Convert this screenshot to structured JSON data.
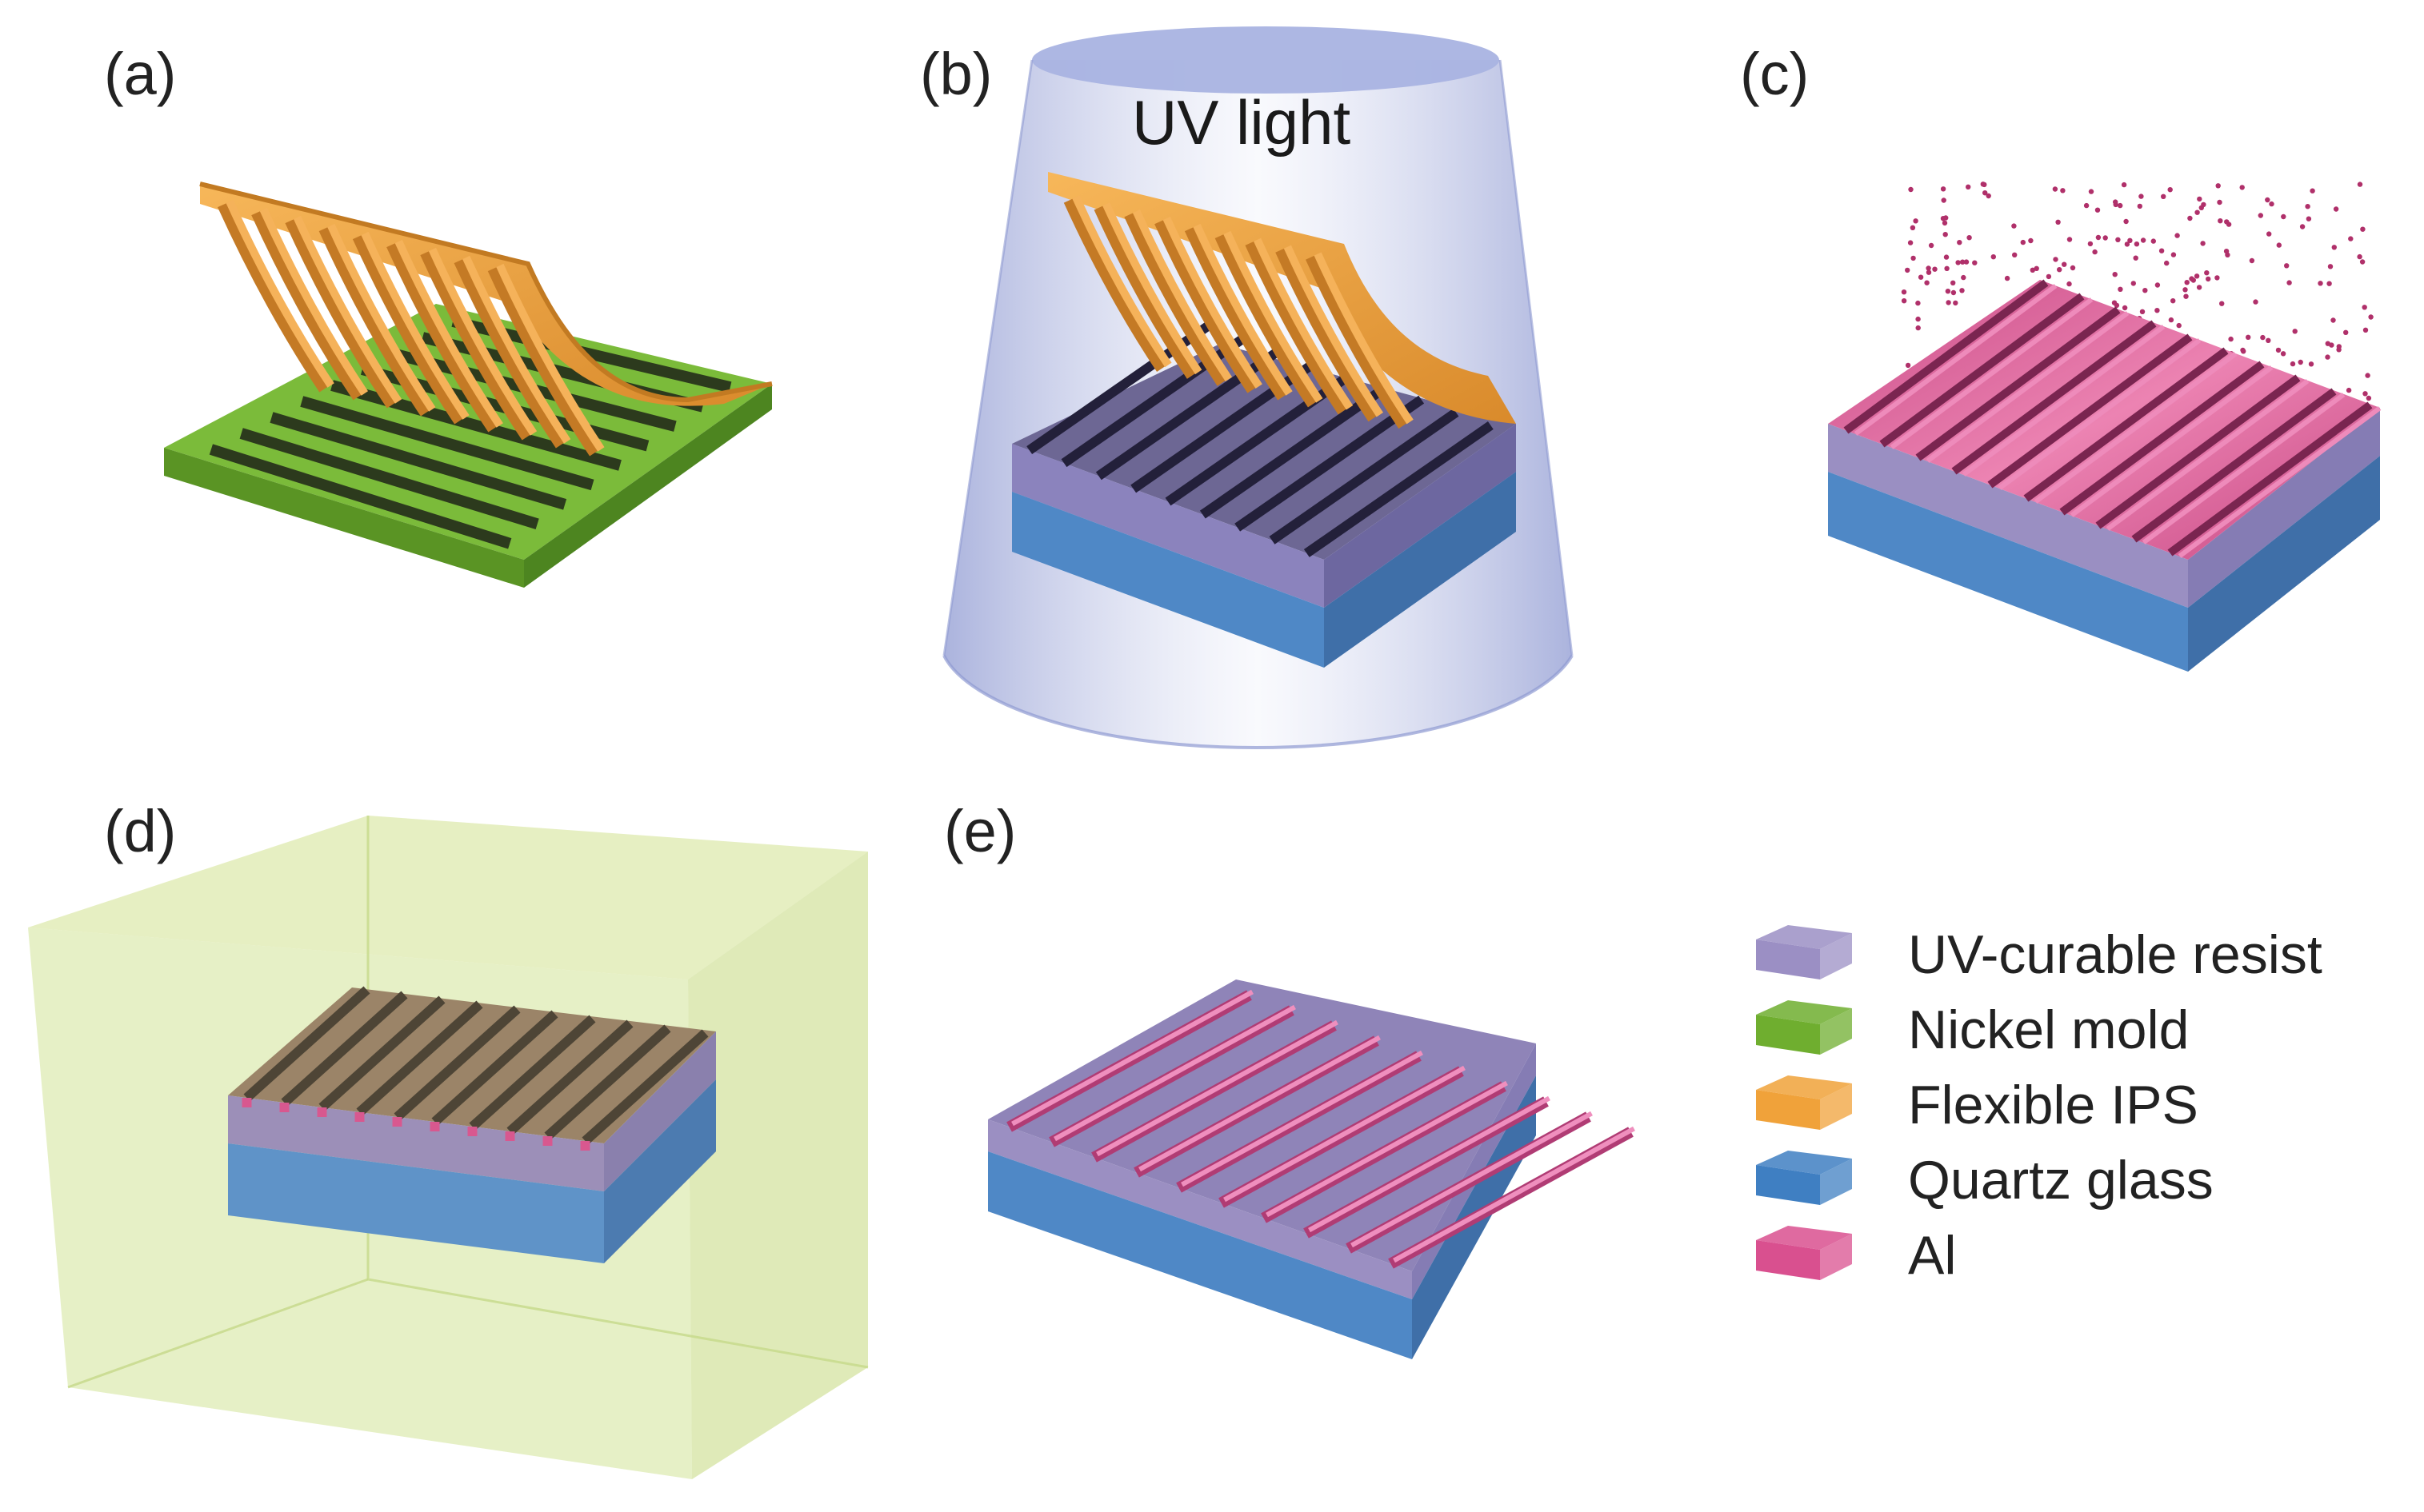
{
  "panels": {
    "a": {
      "label": "(a)"
    },
    "b": {
      "label": "(b)",
      "caption": "UV light"
    },
    "c": {
      "label": "(c)"
    },
    "d": {
      "label": "(d)"
    },
    "e": {
      "label": "(e)"
    }
  },
  "legend": [
    {
      "label": "UV-curable resist",
      "color": "#9b8fc4"
    },
    {
      "label": "Nickel mold",
      "color": "#6fae2f"
    },
    {
      "label": "Flexible IPS",
      "color": "#f0a23a"
    },
    {
      "label": "Quartz glass",
      "color": "#3f7fc2"
    },
    {
      "label": "Al",
      "color": "#d9508f"
    }
  ],
  "colors": {
    "resist": "#8f86b8",
    "nickel": "#6fae2f",
    "ips": "#eea043",
    "quartz": "#4f88c6",
    "al": "#d8588f",
    "uv_cone": "#aab5de",
    "etch_box": "#d6e6a2"
  },
  "grating_lines": 9
}
